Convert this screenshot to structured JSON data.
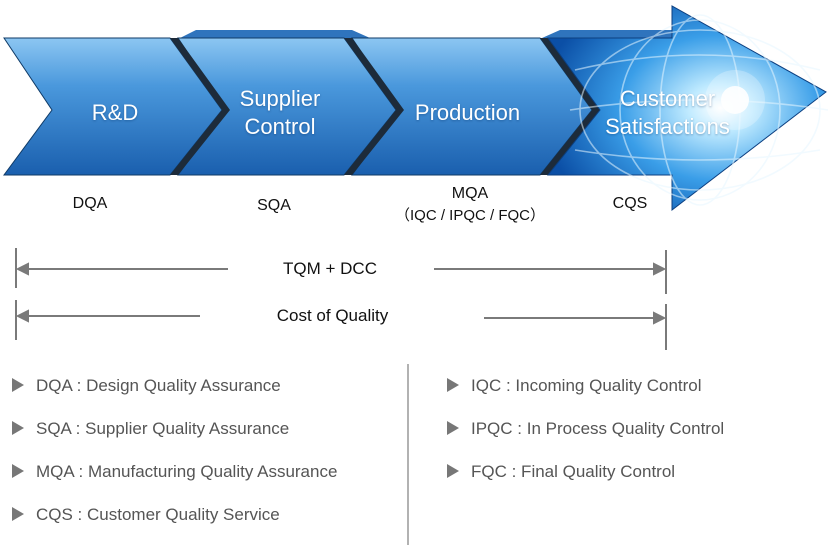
{
  "stages": [
    {
      "label": "R&D",
      "sub": "DQA",
      "sub2": ""
    },
    {
      "label": "Supplier Control",
      "sub": "SQA",
      "sub2": ""
    },
    {
      "label": "Production",
      "sub": "MQA",
      "sub2": "（IQC / IPQC / FQC）"
    },
    {
      "label": "Customer Satisfactions",
      "sub": "CQS",
      "sub2": ""
    }
  ],
  "stage_labels_split": {
    "s0": [
      "R&D"
    ],
    "s1": [
      "Supplier",
      "Control"
    ],
    "s2": [
      "Production"
    ],
    "s3": [
      "Customer",
      "Satisfactions"
    ]
  },
  "spans": {
    "tqm": "TQM + DCC",
    "coq": "Cost of Quality"
  },
  "definitions_left": [
    "DQA : Design Quality Assurance",
    "SQA : Supplier Quality Assurance",
    "MQA : Manufacturing Quality Assurance",
    "CQS : Customer Quality Service"
  ],
  "definitions_right": [
    "IQC : Incoming Quality Control",
    "IPQC : In Process Quality Control",
    "FQC : Final Quality Control"
  ],
  "colors": {
    "chevron_top": "#6fb4ec",
    "chevron_bottom": "#1c63b3",
    "chevron_edge": "#0f2f55",
    "arrow_glow": "#d8f4ff",
    "line": "#7a7a7a",
    "text_gray": "#555555"
  }
}
